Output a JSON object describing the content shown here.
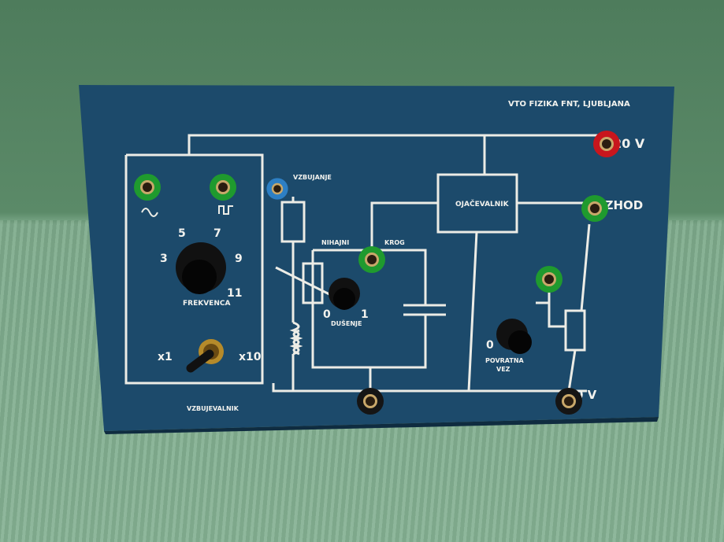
{
  "panel": {
    "maker": "VTO FIZIKA FNT, LJUBLJANA",
    "color": "#1c4a6b"
  },
  "labels": {
    "v20": "20 V",
    "izhod": "IZHOD",
    "v0": "0 V",
    "amplifier": "OJAČEVALNIK",
    "excitation": "VZBUJANJE",
    "resonant_left": "NIHAJNI",
    "resonant_right": "KROG",
    "damping": "DUŠENJE",
    "damping_min": "0",
    "damping_max": "1",
    "feedback_1": "POVRATNA",
    "feedback_2": "VEZ",
    "feedback_min": "0",
    "frequency": "FREKVENCA",
    "exciter": "VZBUJEVALNIK",
    "range_x1": "x1",
    "range_x10": "x10"
  },
  "frequency_dial": [
    "3",
    "5",
    "7",
    "9",
    "11"
  ],
  "colors": {
    "jack_green": "#1f9a2e",
    "jack_red": "#c8161d",
    "jack_blue": "#2d7fc4",
    "jack_black": "#151515",
    "line": "#ecece6"
  }
}
